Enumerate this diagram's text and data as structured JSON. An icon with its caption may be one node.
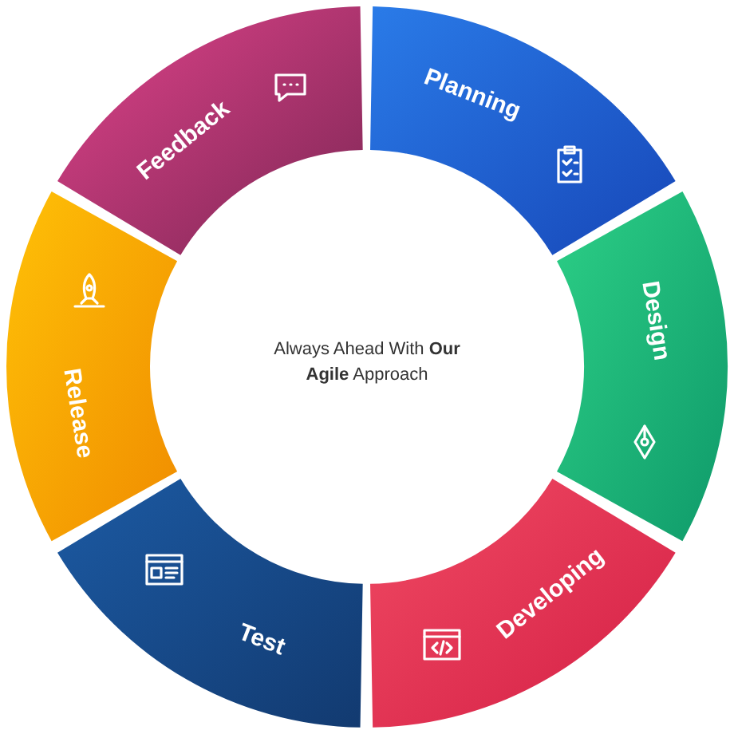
{
  "diagram": {
    "nodes": [
      {
        "text": [
          "Always Ahead With **Our Agile** Approach"
        ]
      },
      {
        "text": [
          "Planning"
        ]
      },
      {
        "text": [
          "Design"
        ]
      },
      {
        "text": [
          "Developing"
        ]
      },
      {
        "text": [
          "Test"
        ]
      },
      {
        "text": [
          "Release"
        ]
      },
      {
        "text": [
          "Feedback"
        ]
      }
    ]
  }
}
